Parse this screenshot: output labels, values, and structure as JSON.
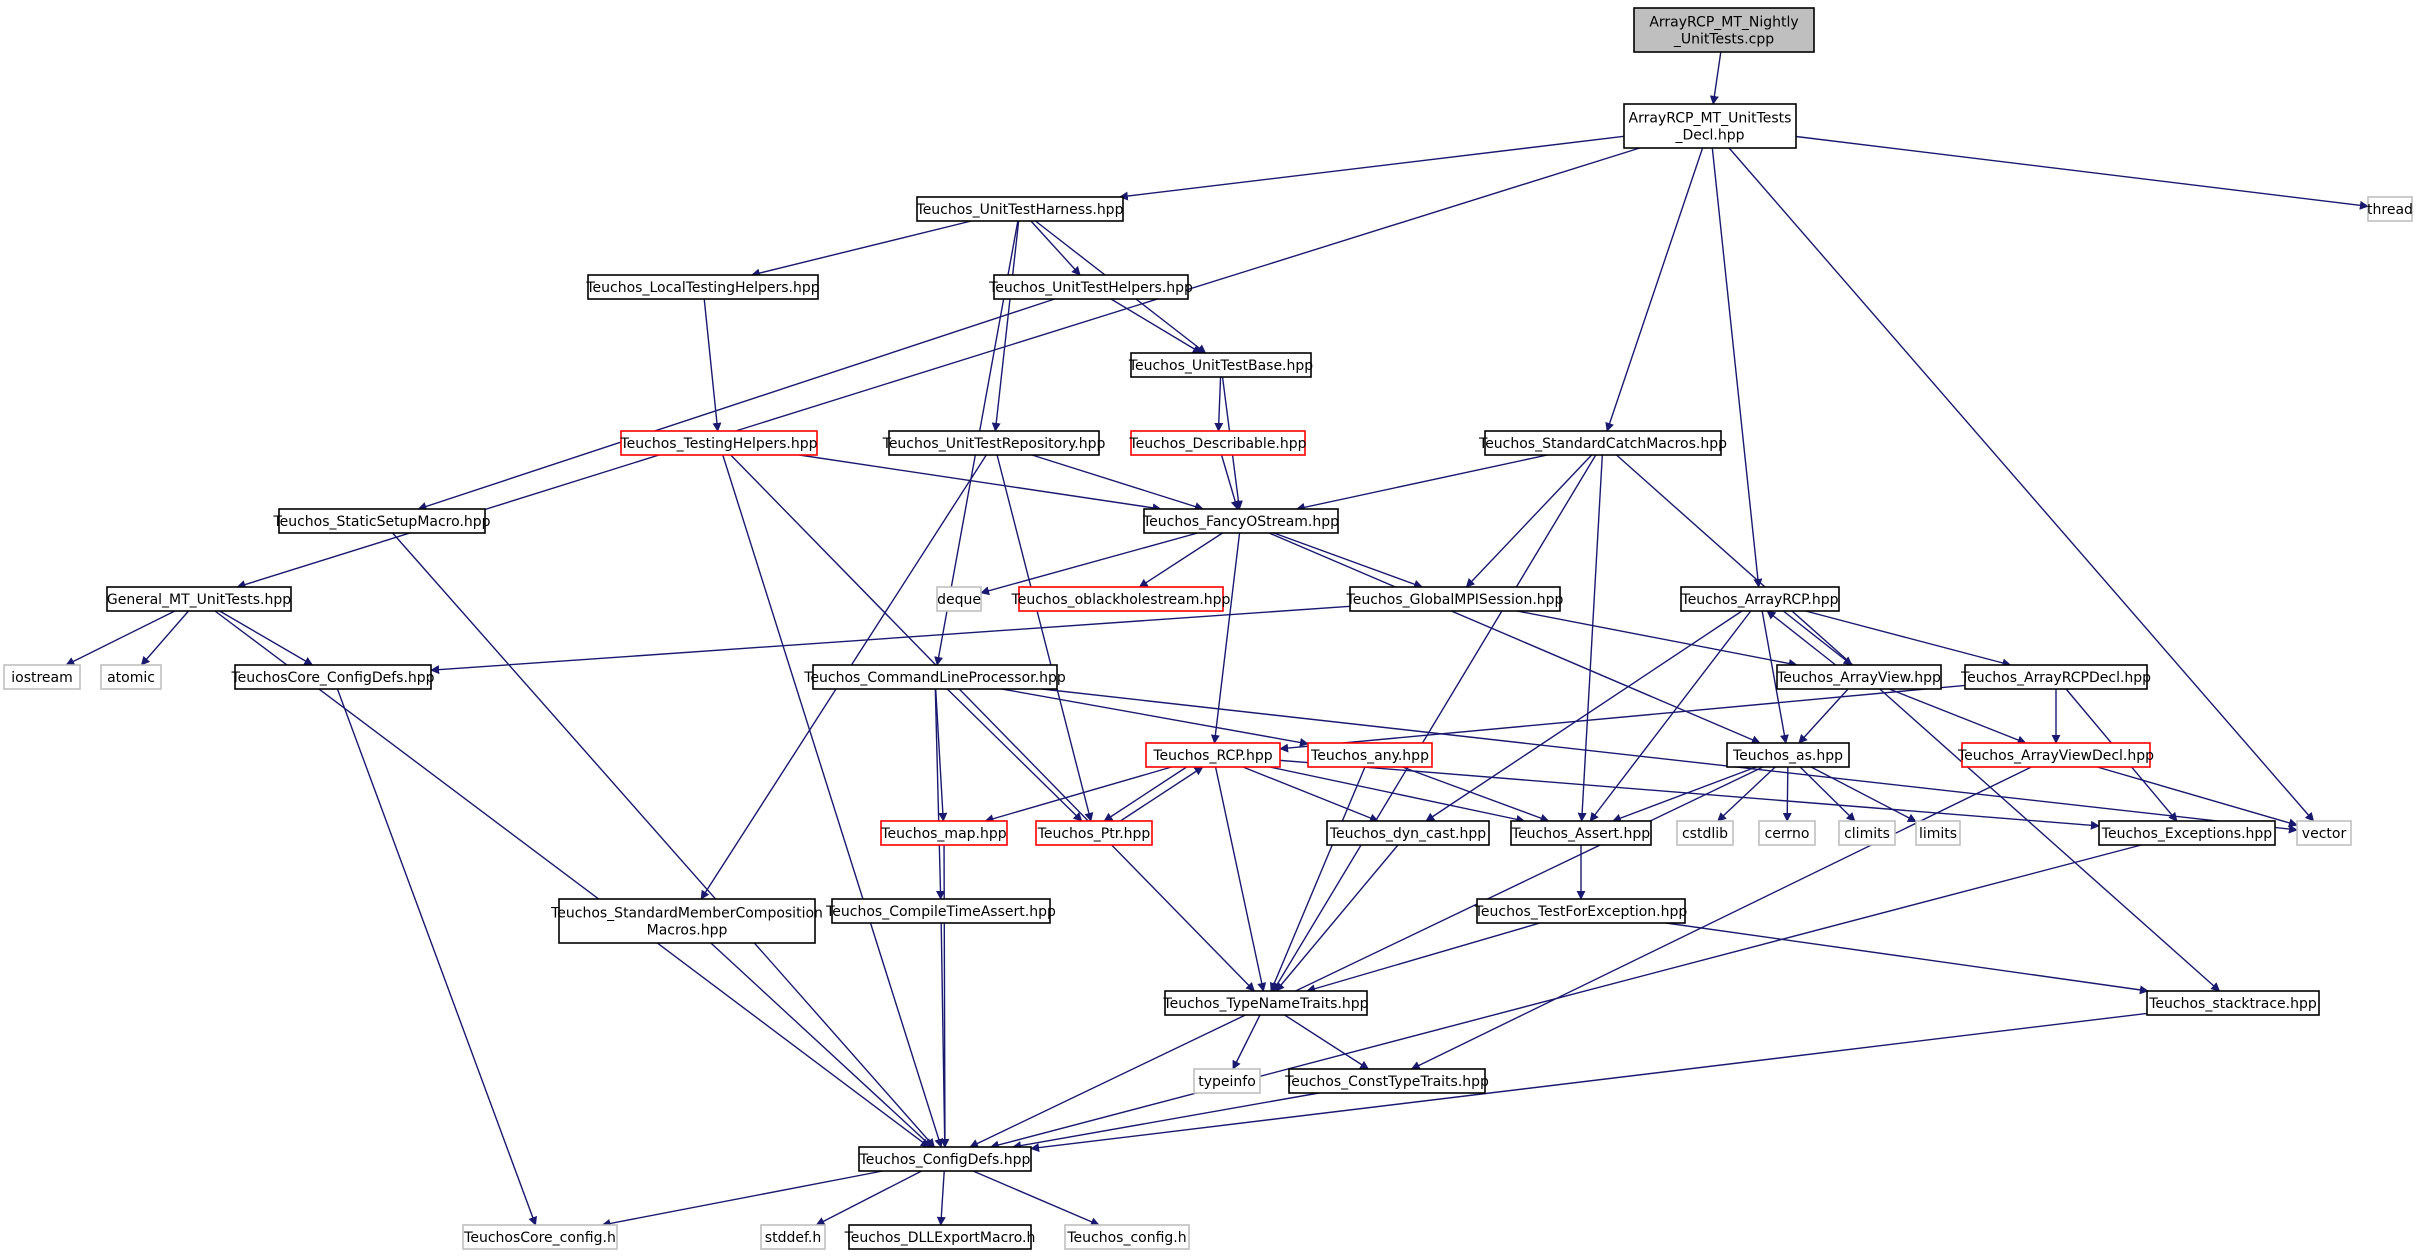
{
  "colors": {
    "edge": "#191970",
    "border_normal": "#000000",
    "border_truncated": "#ff0000",
    "border_system": "#bfbfbf",
    "fill_root": "#bfbfbf",
    "fill_default": "#ffffff"
  },
  "nodes": [
    {
      "id": "root",
      "lines": [
        "ArrayRCP_MT_Nightly",
        "_UnitTests.cpp"
      ],
      "kind": "root"
    },
    {
      "id": "decl",
      "lines": [
        "ArrayRCP_MT_UnitTests",
        "_Decl.hpp"
      ],
      "kind": "normal"
    },
    {
      "id": "thread",
      "lines": [
        "thread"
      ],
      "kind": "system"
    },
    {
      "id": "harness",
      "lines": [
        "Teuchos_UnitTestHarness.hpp"
      ],
      "kind": "normal"
    },
    {
      "id": "localtest",
      "lines": [
        "Teuchos_LocalTestingHelpers.hpp"
      ],
      "kind": "normal"
    },
    {
      "id": "uthelpers",
      "lines": [
        "Teuchos_UnitTestHelpers.hpp"
      ],
      "kind": "normal"
    },
    {
      "id": "utbase",
      "lines": [
        "Teuchos_UnitTestBase.hpp"
      ],
      "kind": "normal"
    },
    {
      "id": "testinghelpers",
      "lines": [
        "Teuchos_TestingHelpers.hpp"
      ],
      "kind": "truncated"
    },
    {
      "id": "utrepo",
      "lines": [
        "Teuchos_UnitTestRepository.hpp"
      ],
      "kind": "normal"
    },
    {
      "id": "describable",
      "lines": [
        "Teuchos_Describable.hpp"
      ],
      "kind": "truncated"
    },
    {
      "id": "stdcatch",
      "lines": [
        "Teuchos_StandardCatchMacros.hpp"
      ],
      "kind": "normal"
    },
    {
      "id": "staticsetup",
      "lines": [
        "Teuchos_StaticSetupMacro.hpp"
      ],
      "kind": "normal"
    },
    {
      "id": "fancy",
      "lines": [
        "Teuchos_FancyOStream.hpp"
      ],
      "kind": "normal"
    },
    {
      "id": "general",
      "lines": [
        "General_MT_UnitTests.hpp"
      ],
      "kind": "normal"
    },
    {
      "id": "deque",
      "lines": [
        "deque"
      ],
      "kind": "system"
    },
    {
      "id": "oblack",
      "lines": [
        "Teuchos_oblackholestream.hpp"
      ],
      "kind": "truncated"
    },
    {
      "id": "globalmpi",
      "lines": [
        "Teuchos_GlobalMPISession.hpp"
      ],
      "kind": "normal"
    },
    {
      "id": "arrayrcp",
      "lines": [
        "Teuchos_ArrayRCP.hpp"
      ],
      "kind": "normal"
    },
    {
      "id": "iostream",
      "lines": [
        "iostream"
      ],
      "kind": "system"
    },
    {
      "id": "atomic",
      "lines": [
        "atomic"
      ],
      "kind": "system"
    },
    {
      "id": "coreconfigdefs",
      "lines": [
        "TeuchosCore_ConfigDefs.hpp"
      ],
      "kind": "normal"
    },
    {
      "id": "cmdline",
      "lines": [
        "Teuchos_CommandLineProcessor.hpp"
      ],
      "kind": "normal"
    },
    {
      "id": "arrayview",
      "lines": [
        "Teuchos_ArrayView.hpp"
      ],
      "kind": "normal"
    },
    {
      "id": "arrayrcpdecl",
      "lines": [
        "Teuchos_ArrayRCPDecl.hpp"
      ],
      "kind": "normal"
    },
    {
      "id": "rcp",
      "lines": [
        "Teuchos_RCP.hpp"
      ],
      "kind": "truncated"
    },
    {
      "id": "any",
      "lines": [
        "Teuchos_any.hpp"
      ],
      "kind": "truncated"
    },
    {
      "id": "as",
      "lines": [
        "Teuchos_as.hpp"
      ],
      "kind": "normal"
    },
    {
      "id": "arrayviewdecl",
      "lines": [
        "Teuchos_ArrayViewDecl.hpp"
      ],
      "kind": "truncated"
    },
    {
      "id": "map",
      "lines": [
        "Teuchos_map.hpp"
      ],
      "kind": "truncated"
    },
    {
      "id": "ptr",
      "lines": [
        "Teuchos_Ptr.hpp"
      ],
      "kind": "truncated"
    },
    {
      "id": "dyncast",
      "lines": [
        "Teuchos_dyn_cast.hpp"
      ],
      "kind": "normal"
    },
    {
      "id": "assert",
      "lines": [
        "Teuchos_Assert.hpp"
      ],
      "kind": "normal"
    },
    {
      "id": "cstdlib",
      "lines": [
        "cstdlib"
      ],
      "kind": "system"
    },
    {
      "id": "cerrno",
      "lines": [
        "cerrno"
      ],
      "kind": "system"
    },
    {
      "id": "climits",
      "lines": [
        "climits"
      ],
      "kind": "system"
    },
    {
      "id": "limits",
      "lines": [
        "limits"
      ],
      "kind": "system"
    },
    {
      "id": "exceptions",
      "lines": [
        "Teuchos_Exceptions.hpp"
      ],
      "kind": "normal"
    },
    {
      "id": "vector",
      "lines": [
        "vector"
      ],
      "kind": "system"
    },
    {
      "id": "stdmember",
      "lines": [
        "Teuchos_StandardMemberComposition",
        "Macros.hpp"
      ],
      "kind": "normal"
    },
    {
      "id": "compiletime",
      "lines": [
        "Teuchos_CompileTimeAssert.hpp"
      ],
      "kind": "normal"
    },
    {
      "id": "testforexc",
      "lines": [
        "Teuchos_TestForException.hpp"
      ],
      "kind": "normal"
    },
    {
      "id": "typename",
      "lines": [
        "Teuchos_TypeNameTraits.hpp"
      ],
      "kind": "normal"
    },
    {
      "id": "stacktrace",
      "lines": [
        "Teuchos_stacktrace.hpp"
      ],
      "kind": "normal"
    },
    {
      "id": "typeinfo",
      "lines": [
        "typeinfo"
      ],
      "kind": "system"
    },
    {
      "id": "consttype",
      "lines": [
        "Teuchos_ConstTypeTraits.hpp"
      ],
      "kind": "normal"
    },
    {
      "id": "configdefs",
      "lines": [
        "Teuchos_ConfigDefs.hpp"
      ],
      "kind": "normal"
    },
    {
      "id": "coreconfigh",
      "lines": [
        "TeuchosCore_config.h"
      ],
      "kind": "system"
    },
    {
      "id": "stddef",
      "lines": [
        "stddef.h"
      ],
      "kind": "system"
    },
    {
      "id": "dllexport",
      "lines": [
        "Teuchos_DLLExportMacro.h"
      ],
      "kind": "normal"
    },
    {
      "id": "teuchosconfigh",
      "lines": [
        "Teuchos_config.h"
      ],
      "kind": "system"
    }
  ],
  "edges": [
    [
      "root",
      "decl"
    ],
    [
      "decl",
      "general"
    ],
    [
      "decl",
      "harness"
    ],
    [
      "decl",
      "stdcatch"
    ],
    [
      "decl",
      "arrayrcp"
    ],
    [
      "decl",
      "vector"
    ],
    [
      "decl",
      "thread"
    ],
    [
      "harness",
      "localtest"
    ],
    [
      "harness",
      "uthelpers"
    ],
    [
      "harness",
      "utbase"
    ],
    [
      "harness",
      "utrepo"
    ],
    [
      "harness",
      "cmdline"
    ],
    [
      "localtest",
      "testinghelpers"
    ],
    [
      "uthelpers",
      "utbase"
    ],
    [
      "uthelpers",
      "staticsetup"
    ],
    [
      "utbase",
      "describable"
    ],
    [
      "utbase",
      "fancy"
    ],
    [
      "describable",
      "fancy"
    ],
    [
      "testinghelpers",
      "fancy"
    ],
    [
      "testinghelpers",
      "typename"
    ],
    [
      "testinghelpers",
      "configdefs"
    ],
    [
      "utrepo",
      "fancy"
    ],
    [
      "utrepo",
      "ptr"
    ],
    [
      "utrepo",
      "stdmember"
    ],
    [
      "stdcatch",
      "fancy"
    ],
    [
      "stdcatch",
      "globalmpi"
    ],
    [
      "stdcatch",
      "assert"
    ],
    [
      "stdcatch",
      "typename"
    ],
    [
      "stdcatch",
      "stacktrace"
    ],
    [
      "staticsetup",
      "configdefs"
    ],
    [
      "fancy",
      "deque"
    ],
    [
      "fancy",
      "oblack"
    ],
    [
      "fancy",
      "globalmpi"
    ],
    [
      "fancy",
      "rcp"
    ],
    [
      "fancy",
      "as"
    ],
    [
      "globalmpi",
      "coreconfigdefs"
    ],
    [
      "globalmpi",
      "arrayview"
    ],
    [
      "general",
      "iostream"
    ],
    [
      "general",
      "atomic"
    ],
    [
      "general",
      "coreconfigdefs"
    ],
    [
      "general",
      "configdefs"
    ],
    [
      "coreconfigdefs",
      "coreconfigh"
    ],
    [
      "arrayrcp",
      "arrayview"
    ],
    [
      "arrayrcp",
      "arrayrcpdecl"
    ],
    [
      "arrayrcp",
      "as"
    ],
    [
      "arrayrcp",
      "assert"
    ],
    [
      "arrayrcp",
      "dyncast"
    ],
    [
      "arrayview",
      "arrayrcp"
    ],
    [
      "arrayview",
      "as"
    ],
    [
      "arrayview",
      "arrayviewdecl"
    ],
    [
      "arrayrcpdecl",
      "rcp"
    ],
    [
      "arrayrcpdecl",
      "arrayviewdecl"
    ],
    [
      "arrayrcpdecl",
      "exceptions"
    ],
    [
      "cmdline",
      "map"
    ],
    [
      "cmdline",
      "ptr"
    ],
    [
      "cmdline",
      "any"
    ],
    [
      "cmdline",
      "compiletime"
    ],
    [
      "cmdline",
      "vector"
    ],
    [
      "rcp",
      "map"
    ],
    [
      "rcp",
      "ptr"
    ],
    [
      "rcp",
      "dyncast"
    ],
    [
      "rcp",
      "assert"
    ],
    [
      "rcp",
      "typename"
    ],
    [
      "rcp",
      "exceptions"
    ],
    [
      "ptr",
      "rcp"
    ],
    [
      "any",
      "assert"
    ],
    [
      "any",
      "typename"
    ],
    [
      "as",
      "assert"
    ],
    [
      "as",
      "cstdlib"
    ],
    [
      "as",
      "cerrno"
    ],
    [
      "as",
      "climits"
    ],
    [
      "as",
      "limits"
    ],
    [
      "as",
      "configdefs"
    ],
    [
      "arrayviewdecl",
      "vector"
    ],
    [
      "arrayviewdecl",
      "consttype"
    ],
    [
      "map",
      "configdefs"
    ],
    [
      "dyncast",
      "typename"
    ],
    [
      "assert",
      "testforexc"
    ],
    [
      "testforexc",
      "typename"
    ],
    [
      "testforexc",
      "stacktrace"
    ],
    [
      "exceptions",
      "configdefs"
    ],
    [
      "stdmember",
      "configdefs"
    ],
    [
      "compiletime",
      "configdefs"
    ],
    [
      "typename",
      "typeinfo"
    ],
    [
      "typename",
      "consttype"
    ],
    [
      "consttype",
      "configdefs"
    ],
    [
      "stacktrace",
      "configdefs"
    ],
    [
      "configdefs",
      "coreconfigh"
    ],
    [
      "configdefs",
      "stddef"
    ],
    [
      "configdefs",
      "dllexport"
    ],
    [
      "configdefs",
      "teuchosconfigh"
    ]
  ]
}
